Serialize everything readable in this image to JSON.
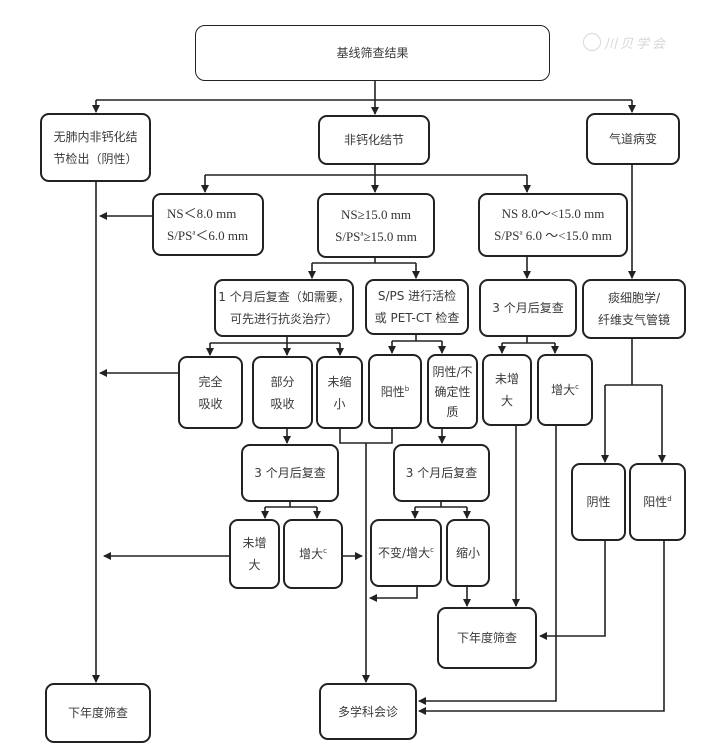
{
  "watermark": "川贝学会",
  "nodes": {
    "baseline": {
      "lines": [
        "基线筛查结果"
      ]
    },
    "no_nodule": {
      "lines": [
        "无肺内非钙化结",
        "节检出（阴性）"
      ]
    },
    "noncalc": {
      "lines": [
        "非钙化结节"
      ]
    },
    "airway": {
      "lines": [
        "气道病变"
      ]
    },
    "small": {
      "lines": [
        "NS＜8.0 mm",
        "S/PS",
        "＜6.0 mm"
      ],
      "sup": "a"
    },
    "large": {
      "lines": [
        "NS≥15.0 mm",
        "S/PS",
        "≥15.0 mm"
      ],
      "sup": "a"
    },
    "medium": {
      "lines": [
        "NS 8.0～<15.0 mm",
        "S/PS",
        " 6.0 ～<15.0 mm"
      ],
      "sup": "a"
    },
    "recheck_1m": {
      "lines": [
        "1 个月后复查（如需要，",
        "可先进行抗炎治疗）"
      ]
    },
    "biopsy": {
      "lines": [
        "S/PS 进行活检",
        "或 PET-CT 检查"
      ]
    },
    "recheck_3m_a": {
      "lines": [
        "3 个月后复查"
      ]
    },
    "cytology": {
      "lines": [
        "痰细胞学/",
        "纤维支气管镜"
      ]
    },
    "complete": {
      "lines": [
        "完全",
        "吸收"
      ]
    },
    "partial": {
      "lines": [
        "部分",
        "吸收"
      ]
    },
    "not_shrunk": {
      "lines": [
        "未缩",
        "小"
      ]
    },
    "positive_b": {
      "lines": [
        "阳性"
      ],
      "sup": "b"
    },
    "neg_uncertain": {
      "lines": [
        "阴性/不",
        "确定性",
        "质"
      ]
    },
    "not_enlarged_a": {
      "lines": [
        "未增",
        "大"
      ]
    },
    "enlarged_a": {
      "lines": [
        "增大"
      ],
      "sup": "c"
    },
    "recheck_3m_b": {
      "lines": [
        "3 个月后复查"
      ]
    },
    "recheck_3m_c": {
      "lines": [
        "3 个月后复查"
      ]
    },
    "negative": {
      "lines": [
        "阴性"
      ]
    },
    "positive_d": {
      "lines": [
        "阳性"
      ],
      "sup": "d"
    },
    "not_enlarged_b": {
      "lines": [
        "未增",
        "大"
      ]
    },
    "enlarged_b": {
      "lines": [
        "增大"
      ],
      "sup": "c"
    },
    "unchanged_enlarged": {
      "lines": [
        "不变/增大"
      ],
      "sup": "c"
    },
    "shrunk": {
      "lines": [
        "缩小"
      ]
    },
    "next_year_mid": {
      "lines": [
        "下年度筛查"
      ]
    },
    "next_year_left": {
      "lines": [
        "下年度筛查"
      ]
    },
    "mdt": {
      "lines": [
        "多学科会诊"
      ]
    }
  }
}
